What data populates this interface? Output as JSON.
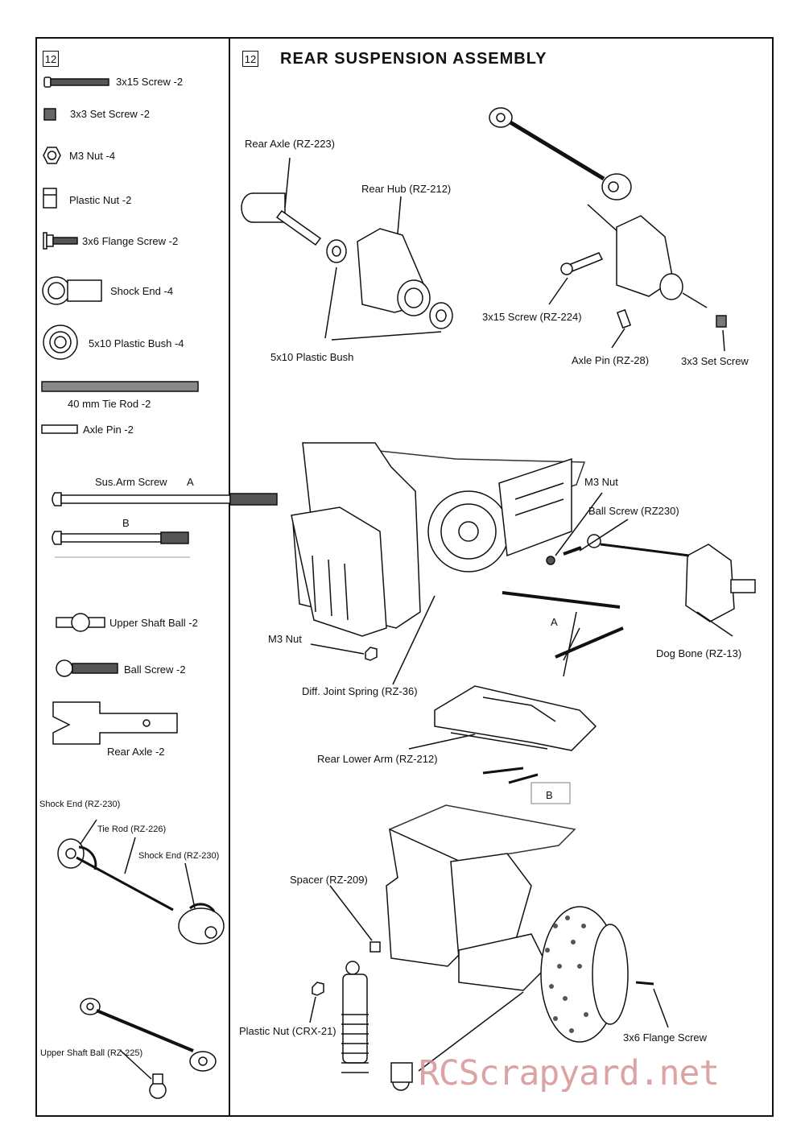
{
  "step_left": "12",
  "step_right": "12",
  "title": "REAR SUSPENSION ASSEMBLY",
  "parts": {
    "screw_3x15": "3x15 Screw -2",
    "set_screw": "3x3 Set Screw -2",
    "m3_nut": "M3 Nut -4",
    "plastic_nut": "Plastic Nut -2",
    "flange_screw": "3x6 Flange Screw -2",
    "shock_end": "Shock End -4",
    "plastic_bush": "5x10 Plastic Bush -4",
    "tie_rod": "40 mm Tie Rod -2",
    "axle_pin": "Axle Pin -2",
    "sus_arm_screw": "Sus.Arm Screw",
    "screw_a": "A",
    "screw_b": "B",
    "upper_shaft_ball": "Upper Shaft Ball -2",
    "ball_screw": "Ball Screw -2",
    "rear_axle": "Rear Axle -2"
  },
  "left_diagram": {
    "shock_end_1": "Shock End (RZ-230)",
    "tie_rod": "Tie Rod (RZ-226)",
    "shock_end_2": "Shock End (RZ-230)",
    "upper_shaft_ball": "Upper Shaft Ball (RZ-225)"
  },
  "callouts": {
    "rear_axle": "Rear Axle (RZ-223)",
    "rear_hub": "Rear Hub (RZ-212)",
    "plastic_bush": "5x10 Plastic Bush",
    "screw_3x15": "3x15 Screw (RZ-224)",
    "axle_pin": "Axle Pin (RZ-28)",
    "set_screw": "3x3 Set Screw",
    "m3_nut_top": "M3 Nut",
    "ball_screw": "Ball Screw (RZ230)",
    "m3_nut_left": "M3 Nut",
    "label_a": "A",
    "dog_bone": "Dog Bone (RZ-13)",
    "diff_spring": "Diff. Joint Spring (RZ-36)",
    "lower_arm": "Rear Lower Arm (RZ-212)",
    "label_b": "B",
    "spacer": "Spacer (RZ-209)",
    "plastic_nut": "Plastic Nut (CRX-21)",
    "flange_screw": "3x6 Flange Screw"
  },
  "watermark": "RCScrapyard.net"
}
